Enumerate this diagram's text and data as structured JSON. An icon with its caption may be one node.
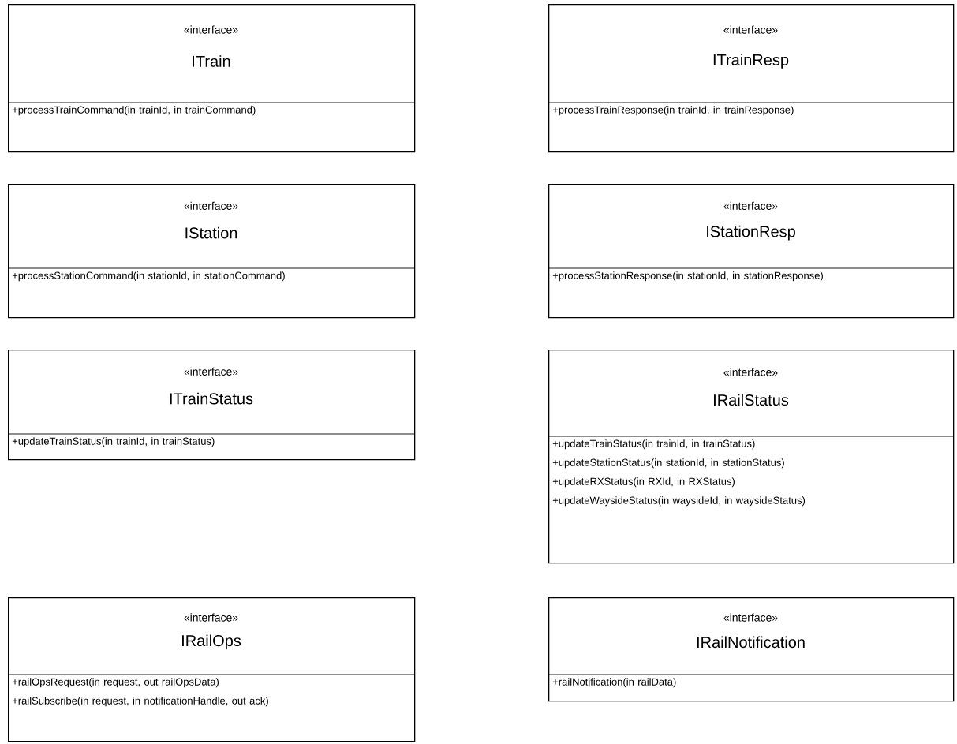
{
  "diagram": {
    "nodes": [
      {
        "text": [
          "«interface»",
          "ITrain",
          "+processTrainCommand(in trainId, in trainCommand)"
        ]
      },
      {
        "text": [
          "«interface»",
          "ITrainResp",
          "+processTrainResponse(in trainId, in trainResponse)"
        ]
      },
      {
        "text": [
          "«interface»",
          "IStation",
          "+processStationCommand(in stationId, in stationCommand)"
        ]
      },
      {
        "text": [
          "«interface»",
          "IStationResp",
          "+processStationResponse(in stationId, in stationResponse)"
        ]
      },
      {
        "text": [
          "«interface»",
          "ITrainStatus",
          "+updateTrainStatus(in trainId, in trainStatus)"
        ]
      },
      {
        "text": [
          "«interface»",
          "IRailStatus",
          "+updateTrainStatus(in trainId, in trainStatus)",
          "+updateStationStatus(in stationId, in stationStatus)",
          "+updateRXStatus(in RXId, in RXStatus)",
          "+updateWaysideStatus(in waysideId, in waysideStatus)"
        ]
      },
      {
        "text": [
          "«interface»",
          "IRailOps",
          "+railOpsRequest(in request, out railOpsData)",
          "+railSubscribe(in request, in notificationHandle, out ack)"
        ]
      },
      {
        "text": [
          "«interface»",
          "IRailNotification",
          "+railNotification(in railData)"
        ]
      }
    ]
  }
}
